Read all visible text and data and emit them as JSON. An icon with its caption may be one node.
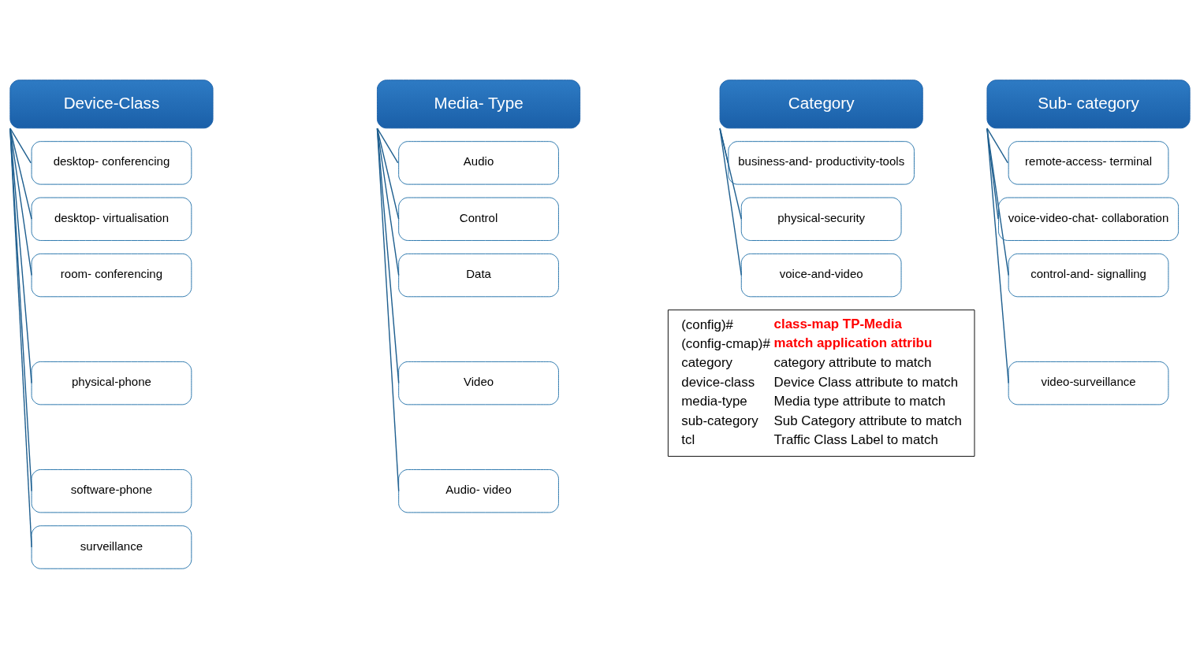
{
  "diagram": {
    "nodes": [
      {
        "text": [
          "Device-Class"
        ]
      },
      {
        "text": [
          "desktop- conferencing"
        ]
      },
      {
        "text": [
          "desktop- virtualisation"
        ]
      },
      {
        "text": [
          "room- conferencing"
        ]
      },
      {
        "text": [
          "physical-phone"
        ]
      },
      {
        "text": [
          "software-phone"
        ]
      },
      {
        "text": [
          "surveillance"
        ]
      },
      {
        "text": [
          "Media- Type"
        ]
      },
      {
        "text": [
          "Audio"
        ]
      },
      {
        "text": [
          "Control"
        ]
      },
      {
        "text": [
          "Data"
        ]
      },
      {
        "text": [
          "Video"
        ]
      },
      {
        "text": [
          "Audio- video"
        ]
      },
      {
        "text": [
          "Category"
        ]
      },
      {
        "text": [
          "business-and- productivity-tools"
        ]
      },
      {
        "text": [
          "physical-security"
        ]
      },
      {
        "text": [
          "voice-and-video"
        ]
      },
      {
        "text": [
          "Sub- category"
        ]
      },
      {
        "text": [
          "remote-access- terminal"
        ]
      },
      {
        "text": [
          "voice-video-chat- collaboration"
        ]
      },
      {
        "text": [
          "control-and- signalling"
        ]
      },
      {
        "text": [
          "video-surveillance"
        ]
      },
      {
        "text": [
          "(config)#",
          "**class-map TP-Media**",
          "(config-cmap)#",
          "**match application attribu**",
          "category",
          "category attribute to match",
          "device-class",
          "Device Class attribute to match",
          "media-type",
          "Media type attribute to match",
          "sub-category",
          "Sub Category attribute to match",
          "tcl",
          "Traffic Class Label to match"
        ]
      }
    ],
    "edges": [
      {
        "from": 0,
        "to": 1,
        "arrow": "none"
      },
      {
        "from": 0,
        "to": 2,
        "arrow": "none"
      },
      {
        "from": 0,
        "to": 3,
        "arrow": "none"
      },
      {
        "from": 0,
        "to": 4,
        "arrow": "none"
      },
      {
        "from": 0,
        "to": 5,
        "arrow": "none"
      },
      {
        "from": 0,
        "to": 6,
        "arrow": "none"
      },
      {
        "from": 7,
        "to": 8,
        "arrow": "none"
      },
      {
        "from": 7,
        "to": 9,
        "arrow": "none"
      },
      {
        "from": 7,
        "to": 10,
        "arrow": "none"
      },
      {
        "from": 7,
        "to": 11,
        "arrow": "none"
      },
      {
        "from": 7,
        "to": 12,
        "arrow": "none"
      },
      {
        "from": 13,
        "to": 14,
        "arrow": "none"
      },
      {
        "from": 13,
        "to": 15,
        "arrow": "none"
      },
      {
        "from": 13,
        "to": 16,
        "arrow": "none"
      },
      {
        "from": 17,
        "to": 18,
        "arrow": "none"
      },
      {
        "from": 17,
        "to": 19,
        "arrow": "none"
      },
      {
        "from": 17,
        "to": 20,
        "arrow": "none"
      },
      {
        "from": 17,
        "to": 21,
        "arrow": "none"
      }
    ]
  }
}
